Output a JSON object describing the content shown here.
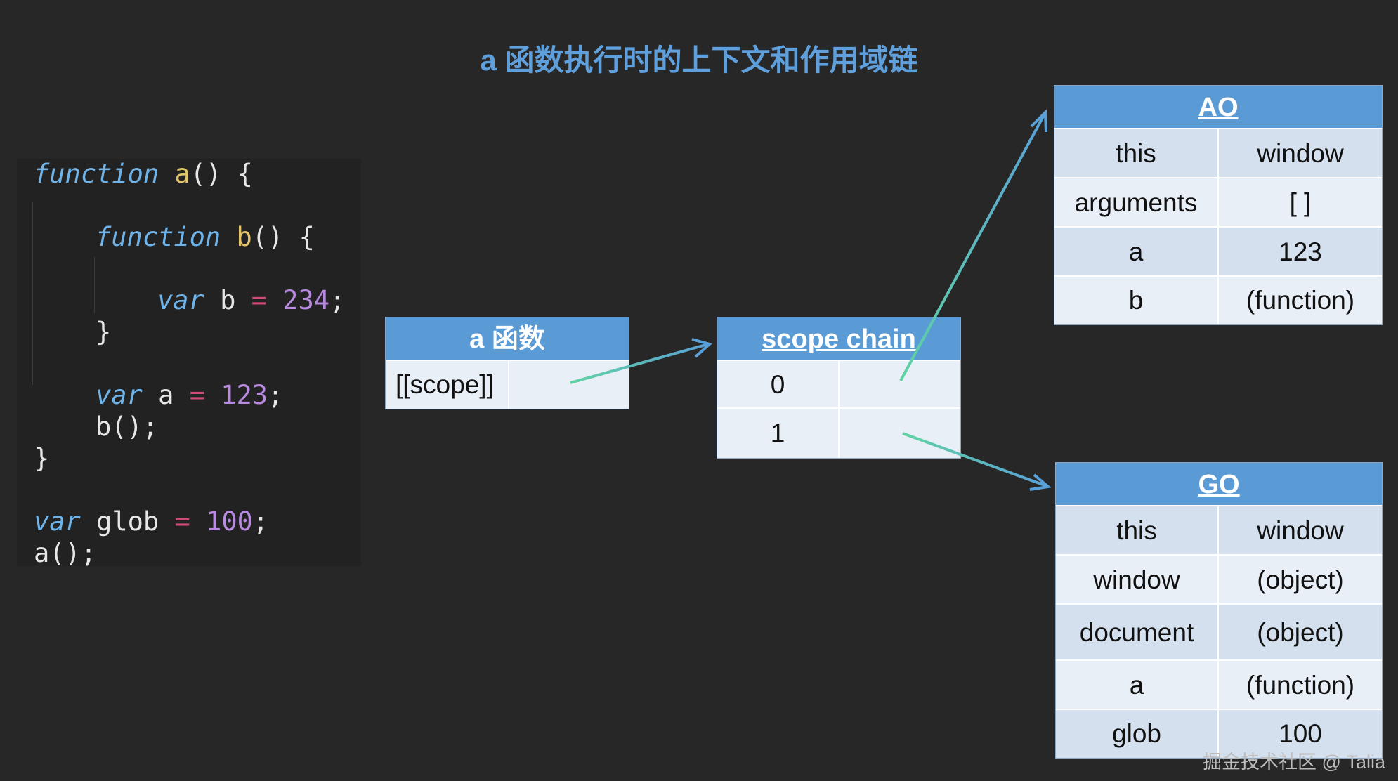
{
  "title": "a 函数执行时的上下文和作用域链",
  "code": {
    "lines": [
      [
        "function",
        " ",
        "a",
        "() {"
      ],
      [
        "function",
        " ",
        "b",
        "() {"
      ],
      [
        "var",
        " b ",
        "=",
        " ",
        "234",
        ";"
      ],
      [
        "}"
      ],
      [
        "var",
        " a ",
        "=",
        " ",
        "123",
        ";"
      ],
      [
        "b();"
      ],
      [
        "}"
      ],
      [
        "var",
        " glob ",
        "=",
        " ",
        "100",
        ";"
      ],
      [
        "a();"
      ]
    ]
  },
  "a_func": {
    "header": "a 函数",
    "scope_label": "[[scope]]"
  },
  "scope_chain": {
    "header": "scope chain",
    "rows": [
      "0",
      "1"
    ]
  },
  "ao": {
    "header": "AO",
    "rows": [
      {
        "key": "this",
        "value": "window"
      },
      {
        "key": "arguments",
        "value": "[ ]"
      },
      {
        "key": "a",
        "value": "123"
      },
      {
        "key": "b",
        "value": "(function)"
      }
    ]
  },
  "go": {
    "header": "GO",
    "rows": [
      {
        "key": "this",
        "value": "window"
      },
      {
        "key": "window",
        "value": "(object)"
      },
      {
        "key": "document",
        "value": "(object)"
      },
      {
        "key": "a",
        "value": "(function)"
      },
      {
        "key": "glob",
        "value": "100"
      }
    ]
  },
  "watermark": "掘金技术社区 @ Talia",
  "colors": {
    "background": "#272727",
    "title": "#5e9fdc",
    "header": "#5a9bd6",
    "arrow_blue": "#5aa0d8",
    "arrow_green": "#5fd3a2"
  }
}
